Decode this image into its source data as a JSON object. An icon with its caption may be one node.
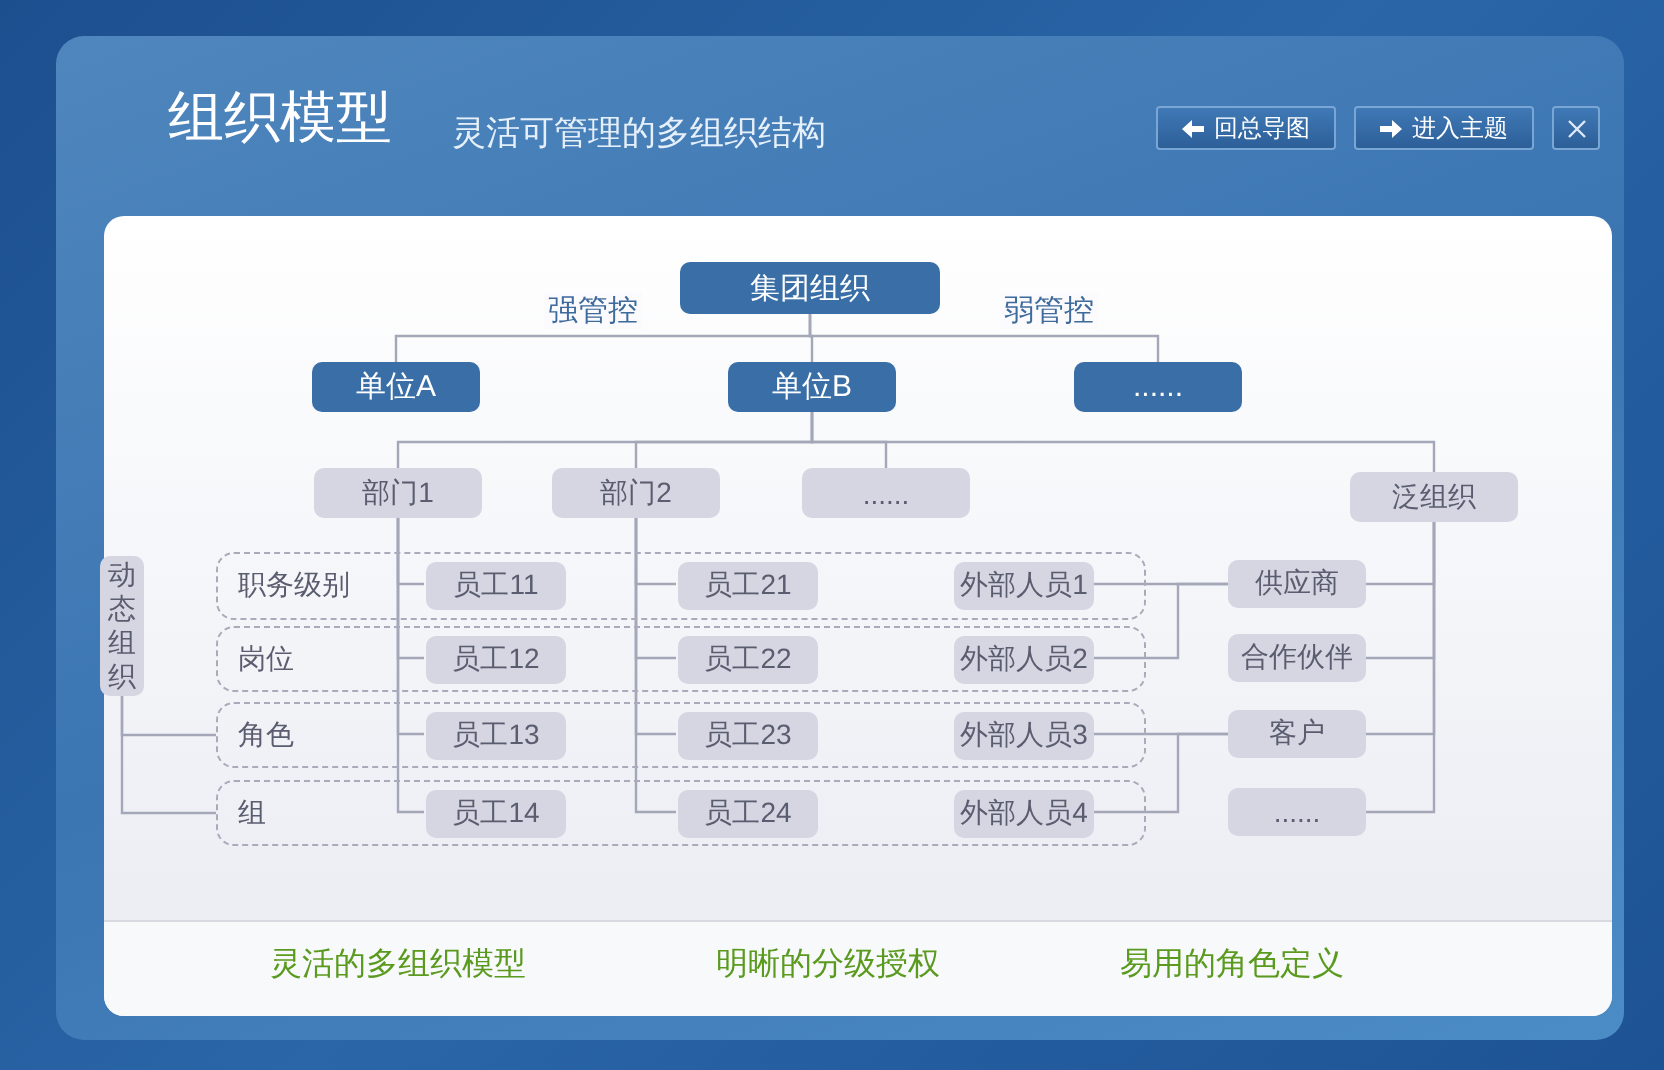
{
  "diagram": {
    "title": "组织模型",
    "nodes": [
      {
        "text": [
          "集团组织"
        ]
      },
      {
        "text": [
          "单位A"
        ]
      },
      {
        "text": [
          "单位B"
        ]
      },
      {
        "text": [
          "......"
        ]
      },
      {
        "text": [
          "部门1"
        ]
      },
      {
        "text": [
          "部门2"
        ]
      },
      {
        "text": [
          "......"
        ]
      },
      {
        "text": [
          "泛组织"
        ]
      },
      {
        "text": [
          "动态组织"
        ]
      },
      {
        "text": [
          "职务级别"
        ]
      },
      {
        "text": [
          "岗位"
        ]
      },
      {
        "text": [
          "角色"
        ]
      },
      {
        "text": [
          "组"
        ]
      },
      {
        "text": [
          "员工11"
        ],
        "in": 9
      },
      {
        "text": [
          "员工21"
        ],
        "in": 9
      },
      {
        "text": [
          "外部人员1"
        ],
        "in": 9
      },
      {
        "text": [
          "员工12"
        ],
        "in": 10
      },
      {
        "text": [
          "员工22"
        ],
        "in": 10
      },
      {
        "text": [
          "外部人员2"
        ],
        "in": 10
      },
      {
        "text": [
          "员工13"
        ],
        "in": 11
      },
      {
        "text": [
          "员工23"
        ],
        "in": 11
      },
      {
        "text": [
          "外部人员3"
        ],
        "in": 11
      },
      {
        "text": [
          "员工14"
        ],
        "in": 12
      },
      {
        "text": [
          "员工24"
        ],
        "in": 12
      },
      {
        "text": [
          "外部人员4"
        ],
        "in": 12
      },
      {
        "text": [
          "供应商"
        ]
      },
      {
        "text": [
          "合作伙伴"
        ]
      },
      {
        "text": [
          "客户"
        ]
      },
      {
        "text": [
          "......"
        ]
      }
    ],
    "edges": [
      {
        "from": 0,
        "to": 1,
        "arrow": "none",
        "label": "强管控"
      },
      {
        "from": 0,
        "to": 2,
        "arrow": "none"
      },
      {
        "from": 0,
        "to": 3,
        "arrow": "none",
        "label": "弱管控"
      },
      {
        "from": 2,
        "to": 4,
        "arrow": "none"
      },
      {
        "from": 2,
        "to": 5,
        "arrow": "none"
      },
      {
        "from": 2,
        "to": 6,
        "arrow": "none"
      },
      {
        "from": 2,
        "to": 7,
        "arrow": "none"
      },
      {
        "from": 4,
        "to": 13,
        "arrow": "none"
      },
      {
        "from": 4,
        "to": 16,
        "arrow": "none"
      },
      {
        "from": 4,
        "to": 19,
        "arrow": "none"
      },
      {
        "from": 4,
        "to": 22,
        "arrow": "none"
      },
      {
        "from": 5,
        "to": 14,
        "arrow": "none"
      },
      {
        "from": 5,
        "to": 17,
        "arrow": "none"
      },
      {
        "from": 5,
        "to": 20,
        "arrow": "none"
      },
      {
        "from": 5,
        "to": 23,
        "arrow": "none"
      },
      {
        "from": 8,
        "to": 11,
        "arrow": "none"
      },
      {
        "from": 8,
        "to": 12,
        "arrow": "none"
      },
      {
        "from": 15,
        "to": 25,
        "arrow": "none"
      },
      {
        "from": 18,
        "to": 25,
        "arrow": "none"
      },
      {
        "from": 21,
        "to": 27,
        "arrow": "none"
      },
      {
        "from": 24,
        "to": 27,
        "arrow": "none"
      },
      {
        "from": 7,
        "to": 25,
        "arrow": "none"
      },
      {
        "from": 7,
        "to": 26,
        "arrow": "none"
      },
      {
        "from": 7,
        "to": 27,
        "arrow": "none"
      },
      {
        "from": 7,
        "to": 28,
        "arrow": "none"
      }
    ],
    "labels": [
      "灵活可管理的多组织结构",
      "回总导图",
      "进入主题",
      "灵活的多组织模型",
      "明晰的分级授权",
      "易用的角色定义"
    ]
  }
}
